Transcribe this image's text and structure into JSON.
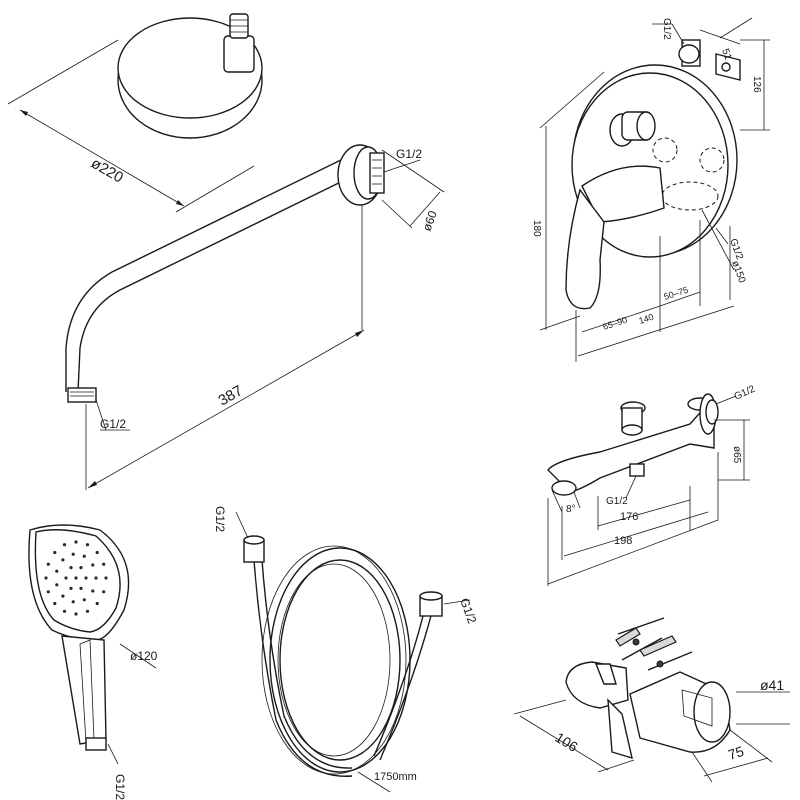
{
  "shower_head": {
    "diameter_label": "ø220"
  },
  "shower_arm": {
    "thread_top_label": "G1/2",
    "flange_label": "ø60",
    "length_label": "387",
    "thread_bottom_label": "G1/2"
  },
  "mixer": {
    "thread_top_label": "G1/2",
    "depth_label": "51",
    "height_right_label": "126",
    "height_left_label": "180",
    "thread_side_label": "G1/2",
    "plate_diameter_label": "ø150",
    "range_a_label": "65–90",
    "range_b_label": "50–75",
    "width_label": "140"
  },
  "spout": {
    "thread_label": "G1/2",
    "height_label": "ø65",
    "angle_label": "8°",
    "thread_bottom_label": "G1/2",
    "length_inner_label": "176",
    "length_outer_label": "198"
  },
  "hand_shower": {
    "diameter_label": "ø120",
    "thread_label": "G1/2"
  },
  "hose": {
    "thread_left_label": "G1/2",
    "thread_right_label": "G1/2",
    "length_label": "1750mm"
  },
  "holder": {
    "diameter_label": "ø41",
    "length_label": "106",
    "width_label": "75"
  }
}
